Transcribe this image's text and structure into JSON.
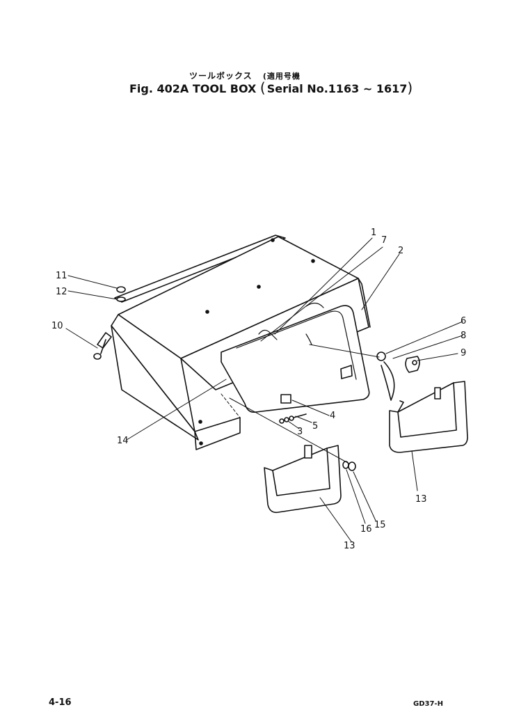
{
  "title": {
    "japanese": "ツールボックス",
    "japanese_serial": "適用号機",
    "main": "Fig. 402A TOOL BOX",
    "serial": "Serial No.1163 ~ 1617"
  },
  "callouts": [
    {
      "id": "c1",
      "text": "1"
    },
    {
      "id": "c7",
      "text": "7"
    },
    {
      "id": "c2",
      "text": "2"
    },
    {
      "id": "c6",
      "text": "6"
    },
    {
      "id": "c8",
      "text": "8"
    },
    {
      "id": "c9",
      "text": "9"
    },
    {
      "id": "c11",
      "text": "11"
    },
    {
      "id": "c12",
      "text": "12"
    },
    {
      "id": "c10",
      "text": "10"
    },
    {
      "id": "c4",
      "text": "4"
    },
    {
      "id": "c5",
      "text": "5"
    },
    {
      "id": "c3",
      "text": "3"
    },
    {
      "id": "c14",
      "text": "14"
    },
    {
      "id": "c13a",
      "text": "13"
    },
    {
      "id": "c13b",
      "text": "13"
    },
    {
      "id": "c16",
      "text": "16"
    },
    {
      "id": "c15",
      "text": "15"
    }
  ],
  "footer": {
    "page": "4-16",
    "code": "GD37-H"
  }
}
